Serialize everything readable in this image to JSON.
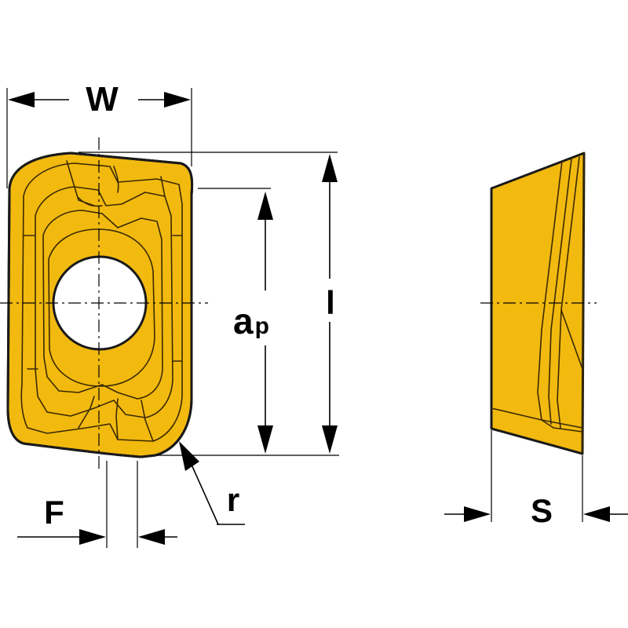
{
  "diagram": {
    "colors": {
      "insert": "#F2B90F",
      "outline": "#1a1a1a",
      "line": "#000000",
      "background": "#ffffff"
    },
    "labels": {
      "width": "W",
      "length": "l",
      "depth_main": "a",
      "depth_sub": "p",
      "radius": "r",
      "flat": "F",
      "thickness": "S"
    }
  }
}
